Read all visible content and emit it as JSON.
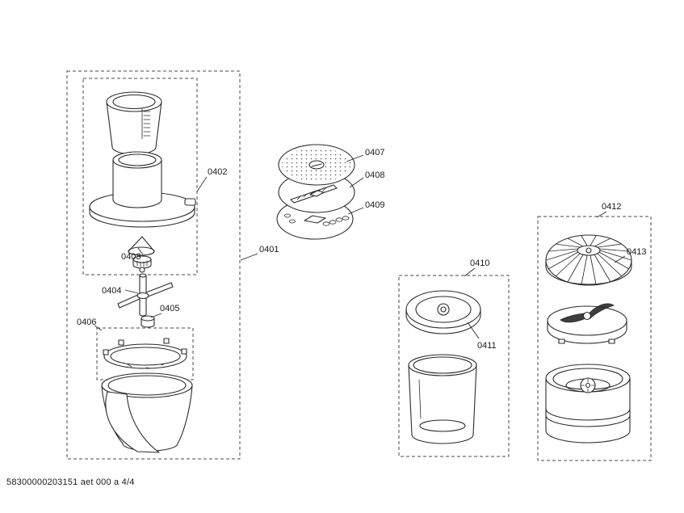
{
  "meta": {
    "background": "#ffffff",
    "line_color": "#2b2b2b"
  },
  "footer": {
    "text": "58300000203151 aet 000 a 4/4"
  },
  "labels": {
    "0401": "0401",
    "0402": "0402",
    "0403": "0403",
    "0404": "0404",
    "0405": "0405",
    "0406": "0406",
    "0407": "0407",
    "0408": "0408",
    "0409": "0409",
    "0410": "0410",
    "0411": "0411",
    "0412": "0412",
    "0413": "0413"
  }
}
